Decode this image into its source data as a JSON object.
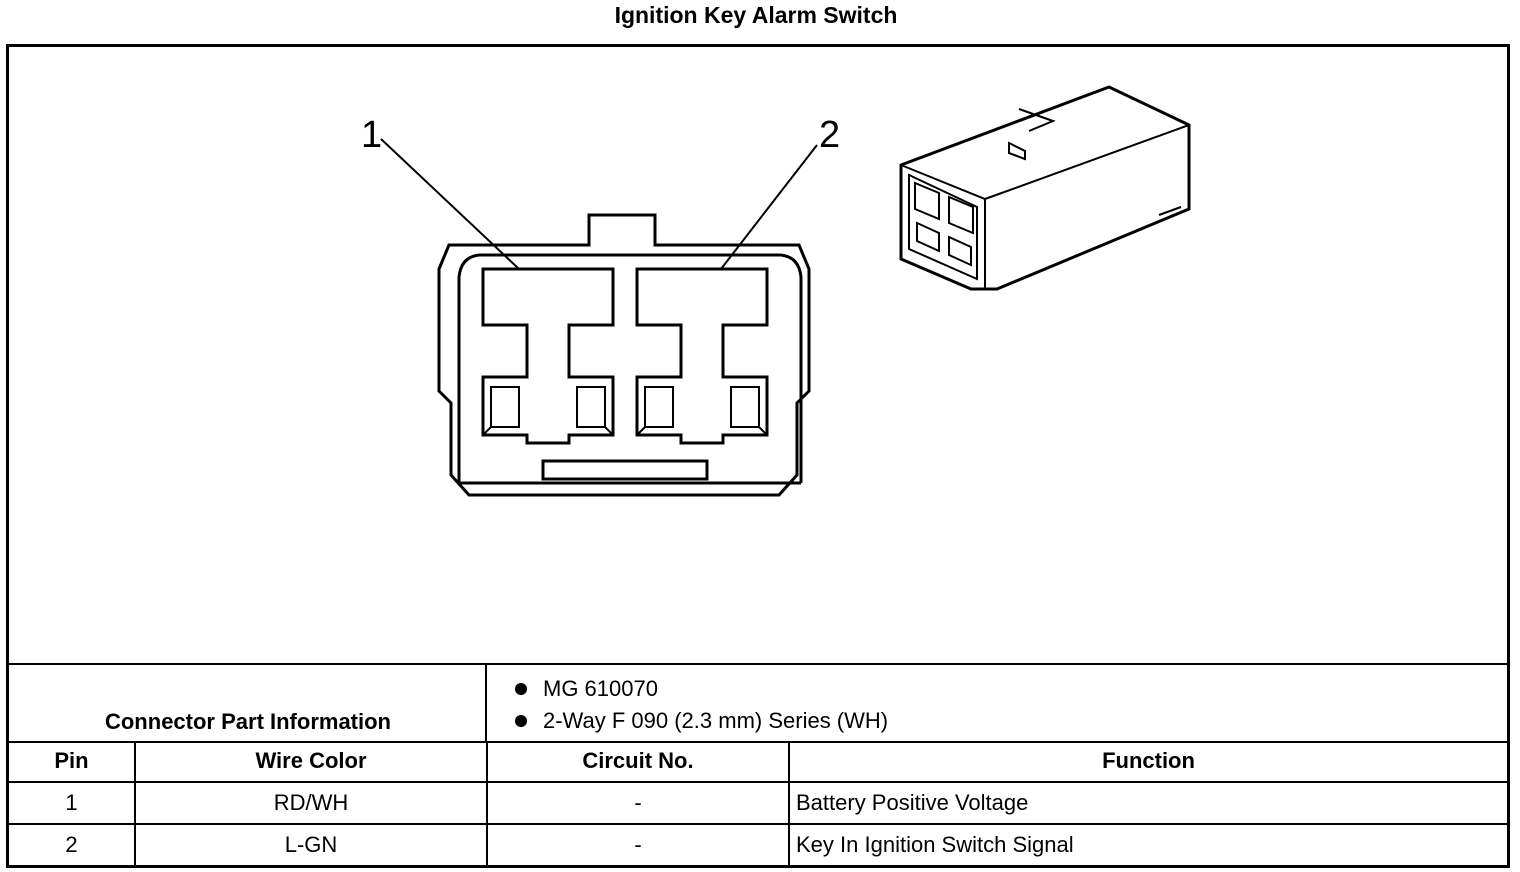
{
  "title": "Ignition Key Alarm Switch",
  "diagram": {
    "pin_labels": [
      "1",
      "2"
    ]
  },
  "connector_info": {
    "label": "Connector Part Information",
    "items": [
      "MG 610070",
      "2-Way F 090 (2.3 mm) Series (WH)"
    ]
  },
  "table": {
    "headers": [
      "Pin",
      "Wire Color",
      "Circuit No.",
      "Function"
    ],
    "rows": [
      {
        "pin": "1",
        "wire_color": "RD/WH",
        "circuit": "-",
        "function": "Battery Positive Voltage"
      },
      {
        "pin": "2",
        "wire_color": "L-GN",
        "circuit": "-",
        "function": "Key In Ignition Switch Signal"
      }
    ]
  }
}
